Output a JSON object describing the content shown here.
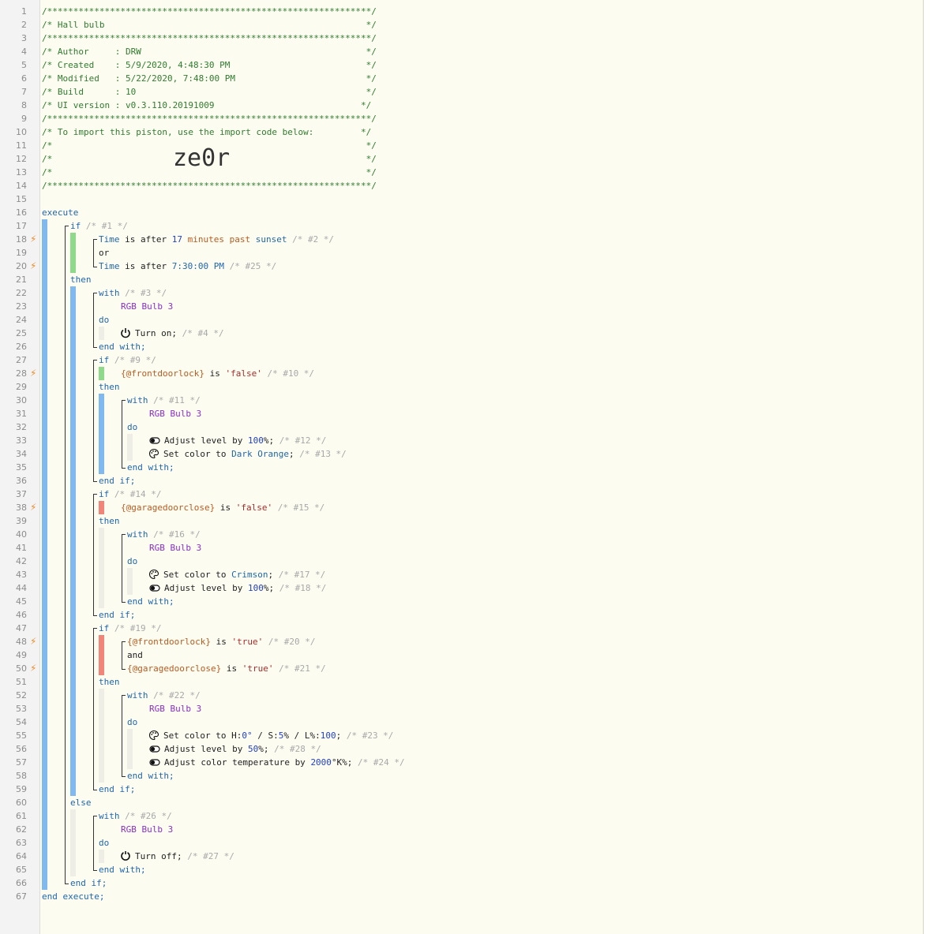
{
  "header": {
    "border": "/**************************************************************/",
    "name": "/* Hall bulb                                                  */",
    "author": "/* Author     : DRW                                           */",
    "created": "/* Created    : 5/9/2020, 4:48:30 PM                          */",
    "modified": "/* Modified   : 5/22/2020, 7:48:00 PM                         */",
    "build": "/* Build      : 10                                            */",
    "ui_version": "/* UI version : v0.3.110.20191009                            */",
    "import_note": "/* To import this piston, use the import code below:         */",
    "blank": "/*                                                            */",
    "import_code": "ze0r"
  },
  "line_numbers": [
    "1",
    "2",
    "3",
    "4",
    "5",
    "6",
    "7",
    "8",
    "9",
    "10",
    "11",
    "12",
    "13",
    "14",
    "15",
    "16",
    "17",
    "18",
    "19",
    "20",
    "21",
    "22",
    "23",
    "24",
    "25",
    "26",
    "27",
    "28",
    "29",
    "30",
    "31",
    "32",
    "33",
    "34",
    "35",
    "36",
    "37",
    "38",
    "39",
    "40",
    "41",
    "42",
    "43",
    "44",
    "45",
    "46",
    "47",
    "48",
    "49",
    "50",
    "51",
    "52",
    "53",
    "54",
    "55",
    "56",
    "57",
    "58",
    "59",
    "60",
    "61",
    "62",
    "63",
    "64",
    "65",
    "66",
    "67"
  ],
  "kw": {
    "execute": "execute",
    "if": "if",
    "then": "then",
    "else": "else",
    "or": "or",
    "and": "and",
    "with": "with",
    "do": "do",
    "end_with": "end with;",
    "end_if": "end if;",
    "end_execute": "end execute;",
    "is_after": " is after ",
    "is": " is ",
    "semi": ";",
    "semi_pct": "%;",
    "dev_rgb": "RGB Bulb 3",
    "t_time": "Time"
  },
  "comments": {
    "c1": " /* #1 */",
    "c2": " /* #2 */",
    "c3": " /* #3 */",
    "c4": " /* #4 */",
    "c9": " /* #9 */",
    "c10": " /* #10 */",
    "c11": " /* #11 */",
    "c12": " /* #12 */",
    "c13": " /* #13 */",
    "c14": " /* #14 */",
    "c15": " /* #15 */",
    "c16": " /* #16 */",
    "c17": " /* #17 */",
    "c18": " /* #18 */",
    "c19": " /* #19 */",
    "c20": " /* #20 */",
    "c21": " /* #21 */",
    "c22": " /* #22 */",
    "c23": " /* #23 */",
    "c24": " /* #24 */",
    "c25": " /* #25 */",
    "c26": " /* #26 */",
    "c27": " /* #27 */",
    "c28": " /* #28 */"
  },
  "values": {
    "n17": "17",
    "minutes_past": " minutes past ",
    "sunset": "sunset",
    "t730": "7:30:00 PM",
    "frontdoorlock": "{@frontdoorlock}",
    "garagedoorclose": "{@garagedoorclose}",
    "false": "'false'",
    "true": "'true'",
    "turn_on": "Turn on",
    "turn_off": "Turn off",
    "adjust_level_by": "Adjust level by ",
    "set_color_to": "Set color to ",
    "adjust_ct_by": "Adjust color temperature by ",
    "p100": "100",
    "p50": "50",
    "dark_orange": "Dark Orange",
    "crimson": "Crimson",
    "hsl_h": "H:",
    "hsl_h_val": "0°",
    "hsl_s": " / S:",
    "hsl_s_val": "5",
    "hsl_l": "% / L%:",
    "hsl_l_val": "100",
    "ct_val": "2000",
    "ct_unit": "°K%;"
  },
  "colors": {
    "comment": "#2f7d2f",
    "keyword": "#1f66b3",
    "device": "#8b2fc9",
    "variable": "#c05a1f",
    "number": "#1f3fd1",
    "bar_blue": "#80b8f0",
    "bar_green": "#8ed98a",
    "bar_red": "#f2857a",
    "bolt": "#f08c2a"
  },
  "icons": {
    "bolt": "lightning-bolt-icon",
    "power": "power-icon",
    "toggle": "toggle-icon",
    "palette": "palette-icon"
  }
}
